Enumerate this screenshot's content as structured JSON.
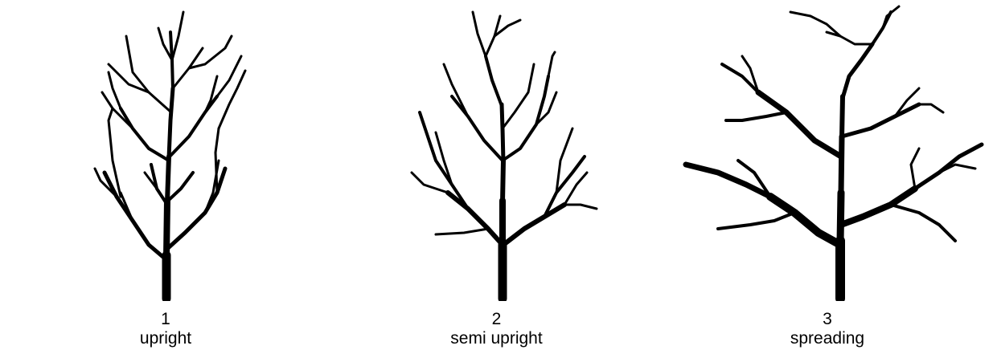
{
  "figures": [
    {
      "number": "1",
      "label": "upright"
    },
    {
      "number": "2",
      "label": "semi upright"
    },
    {
      "number": "3",
      "label": "spreading"
    }
  ]
}
